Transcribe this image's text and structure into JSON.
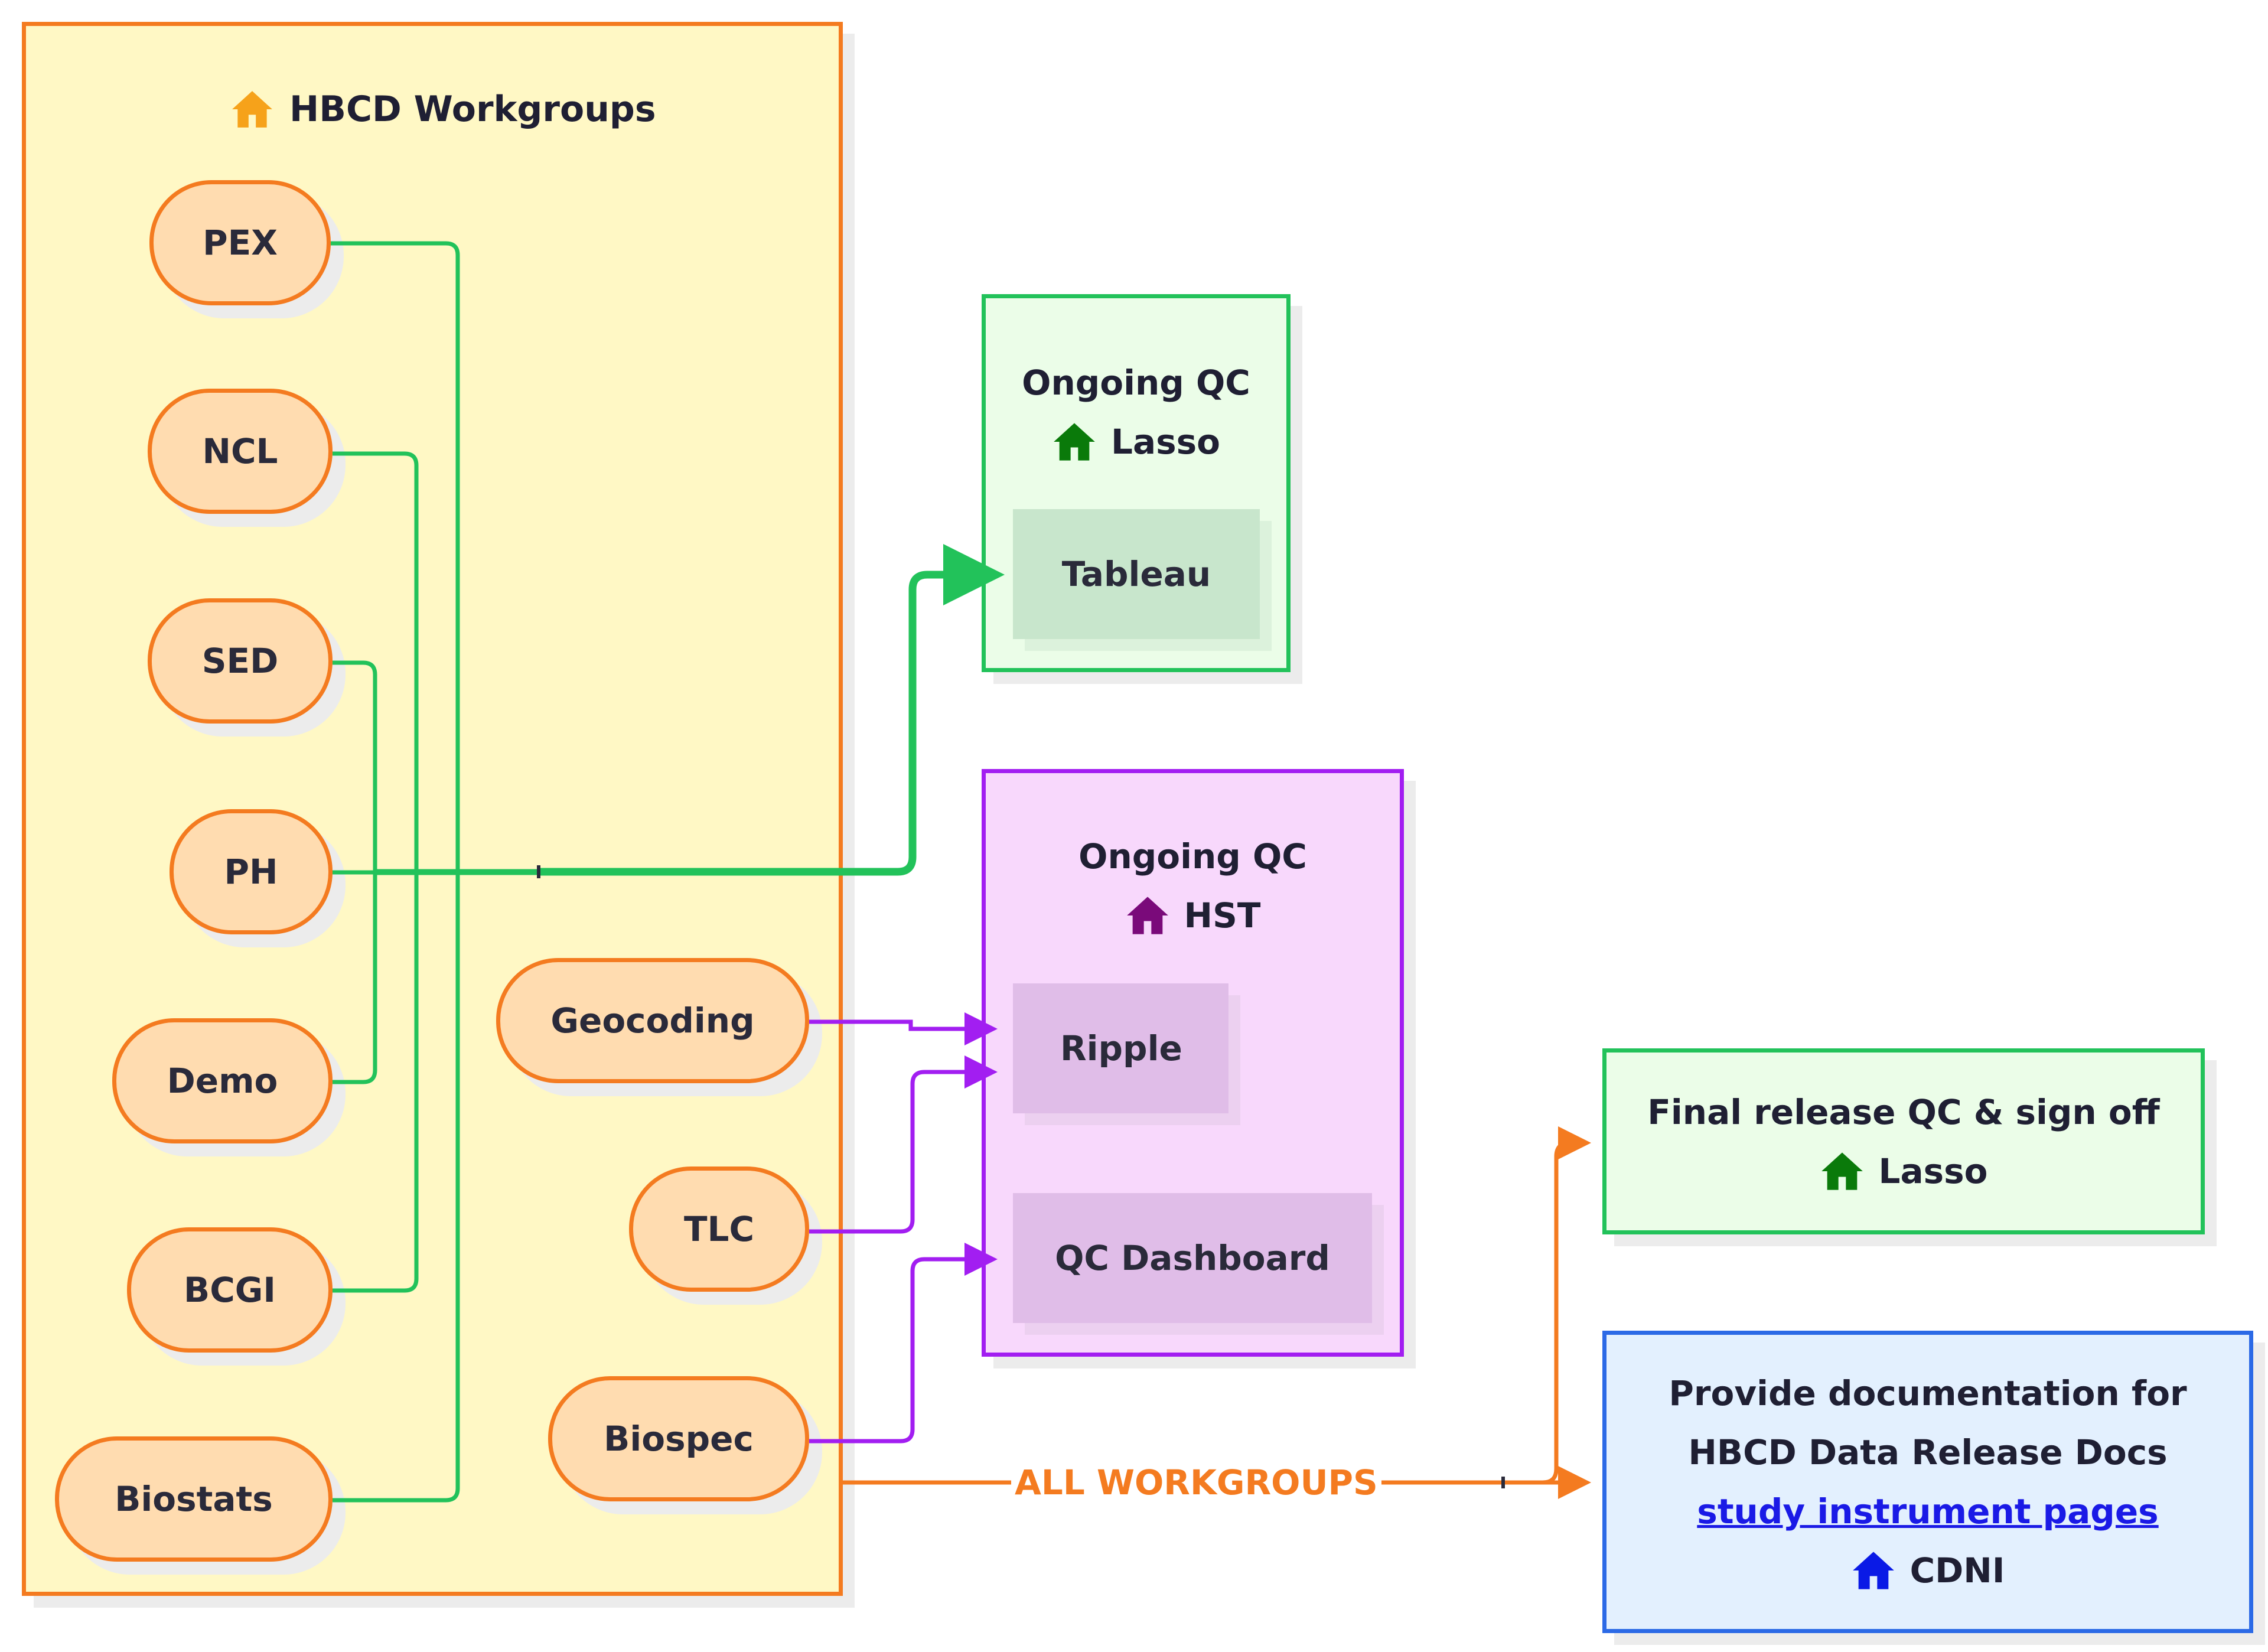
{
  "workgroups": {
    "title": "HBCD Workgroups",
    "icon": "home-icon",
    "members": {
      "pex": "PEX",
      "ncl": "NCL",
      "sed": "SED",
      "ph": "PH",
      "demo": "Demo",
      "bcgi": "BCGI",
      "biostats": "Biostats",
      "geocoding": "Geocoding",
      "tlc": "TLC",
      "biospec": "Biospec"
    }
  },
  "lasso_qc": {
    "title": "Ongoing QC",
    "owner": "Lasso",
    "tool": "Tableau"
  },
  "hst_qc": {
    "title": "Ongoing QC",
    "owner": "HST",
    "tools": [
      "Ripple",
      "QC Dashboard"
    ]
  },
  "final_release": {
    "title": "Final release QC & sign off",
    "owner": "Lasso"
  },
  "cdni": {
    "line1": "Provide documentation for",
    "line2": "HBCD Data Release Docs",
    "link_text": "study instrument pages",
    "owner": "CDNI"
  },
  "edge_label": "ALL WORKGROUPS",
  "colors": {
    "workgroup_orange": "#f47b20",
    "workgroup_fill": "#fff8c5",
    "lasso_green": "#22c25a",
    "hst_purple": "#a21ef1",
    "cdni_blue": "#2c6ae6",
    "icon_orange": "#f6a21a",
    "icon_green": "#0a7a0a",
    "icon_purple": "#7a0a7a",
    "icon_blue": "#0a1ae6"
  }
}
